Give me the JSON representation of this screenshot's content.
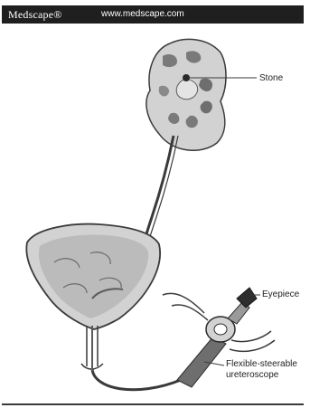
{
  "header": {
    "brand": "Medscape®",
    "url": "www.medscape.com"
  },
  "labels": {
    "stone": "Stone",
    "eyepiece": "Eyepiece",
    "scope_line1": "Flexible-steerable",
    "scope_line2": "ureteroscope"
  },
  "colors": {
    "header_bg": "#1f1f1f",
    "organ_fill": "#d2d2d2",
    "organ_dark": "#6e6e6e",
    "outline": "#3a3a3a"
  }
}
